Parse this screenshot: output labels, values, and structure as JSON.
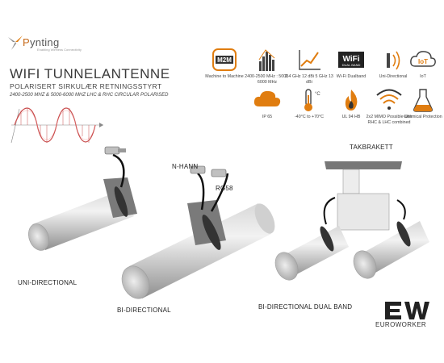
{
  "brand": {
    "name_prefix": "P",
    "name_rest": "ynting",
    "tagline": "Enabling Wireless Connectivity"
  },
  "product": {
    "title": "WIFI TUNNELANTENNE",
    "subtitle": "POLARISERT SIRKULÆR RETNINGSSTYRT",
    "spec_line": "2400-2500 MHZ & 5000-6000 MHZ LHC & RHC CIRCULAR POLARISED"
  },
  "features": [
    {
      "icon": "m2m-icon",
      "label": "Machine to Machine",
      "badge": "M2M"
    },
    {
      "icon": "bar-chart-icon",
      "label": "2400-2500 MHz : 5000-6000 MHz"
    },
    {
      "icon": "gain-chart-icon",
      "label": "2.4 GHz 12 dBi 5 GHz 13 dBi"
    },
    {
      "icon": "wifi-dualband-icon",
      "label": "Wi-Fi Dualband",
      "badge": "WiFi",
      "badge_sub": "DUAL BAND"
    },
    {
      "icon": "uni-directional-icon",
      "label": "Uni-Directional"
    },
    {
      "icon": "iot-icon",
      "label": "IoT",
      "badge": "IoT"
    },
    {
      "icon": "cloud-icon",
      "label": "IP 65"
    },
    {
      "icon": "thermometer-icon",
      "label": "-40°C to +70°C"
    },
    {
      "icon": "flame-icon",
      "label": "UL 94 HB"
    },
    {
      "icon": "mimo-icon",
      "label": "2x2 MIMO Possible with RHC & LHC combined"
    },
    {
      "icon": "chemical-flask-icon",
      "label": "Chemical Protection"
    }
  ],
  "labels": {
    "n_hann": "N-HANN",
    "rg58": "RG58",
    "takbrakett": "TAKBRAKETT",
    "uni": "UNI-DIRECTIONAL",
    "bi": "BI-DIRECTIONAL",
    "bi_dual": "BI-DIRECTIONAL DUAL BAND"
  },
  "seller": {
    "logo": "EW",
    "name": "EUROWORKER"
  },
  "colors": {
    "orange": "#e07d10",
    "dark": "#333333",
    "antenna_gray": "#b9b9b9",
    "pattern_red": "#c84a4a"
  }
}
